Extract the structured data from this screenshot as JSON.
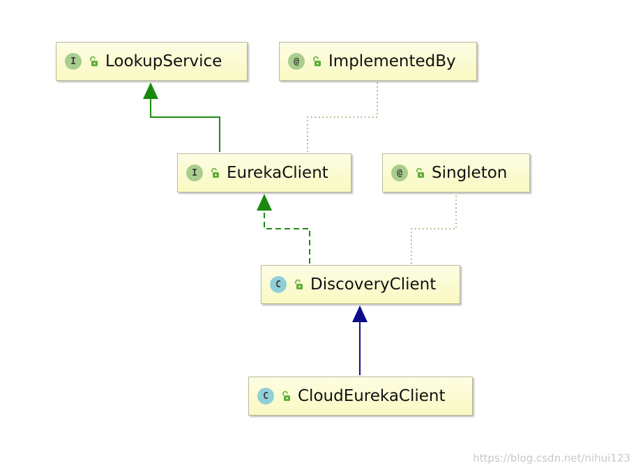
{
  "nodes": {
    "lookup_service": {
      "kind": "interface",
      "badge": "I",
      "name": "LookupService"
    },
    "implemented_by": {
      "kind": "annotation",
      "badge": "@",
      "name": "ImplementedBy"
    },
    "eureka_client": {
      "kind": "interface",
      "badge": "I",
      "name": "EurekaClient"
    },
    "singleton": {
      "kind": "annotation",
      "badge": "@",
      "name": "Singleton"
    },
    "discovery_client": {
      "kind": "class",
      "badge": "C",
      "name": "DiscoveryClient"
    },
    "cloud_eureka_client": {
      "kind": "class",
      "badge": "C",
      "name": "CloudEurekaClient"
    }
  },
  "edges": [
    {
      "from": "eureka_client",
      "to": "lookup_service",
      "type": "extends",
      "style": "solid",
      "color": "#1a8a0f"
    },
    {
      "from": "eureka_client",
      "to": "implemented_by",
      "type": "annotated-by",
      "style": "dotted",
      "color": "#8c8c3c"
    },
    {
      "from": "discovery_client",
      "to": "eureka_client",
      "type": "implements",
      "style": "dashed",
      "color": "#1a8a0f"
    },
    {
      "from": "discovery_client",
      "to": "singleton",
      "type": "annotated-by",
      "style": "dotted",
      "color": "#8c8c3c"
    },
    {
      "from": "cloud_eureka_client",
      "to": "discovery_client",
      "type": "extends",
      "style": "solid",
      "color": "#0c0c8a"
    }
  ],
  "colors": {
    "node_fill": "#f9f9c2",
    "node_border": "#b9b99a",
    "interface_badge": "#a8cd8d",
    "class_badge": "#8fcfd8",
    "lock_icon": "#5fae3a"
  },
  "watermark": "https://blog.csdn.net/nihui123"
}
